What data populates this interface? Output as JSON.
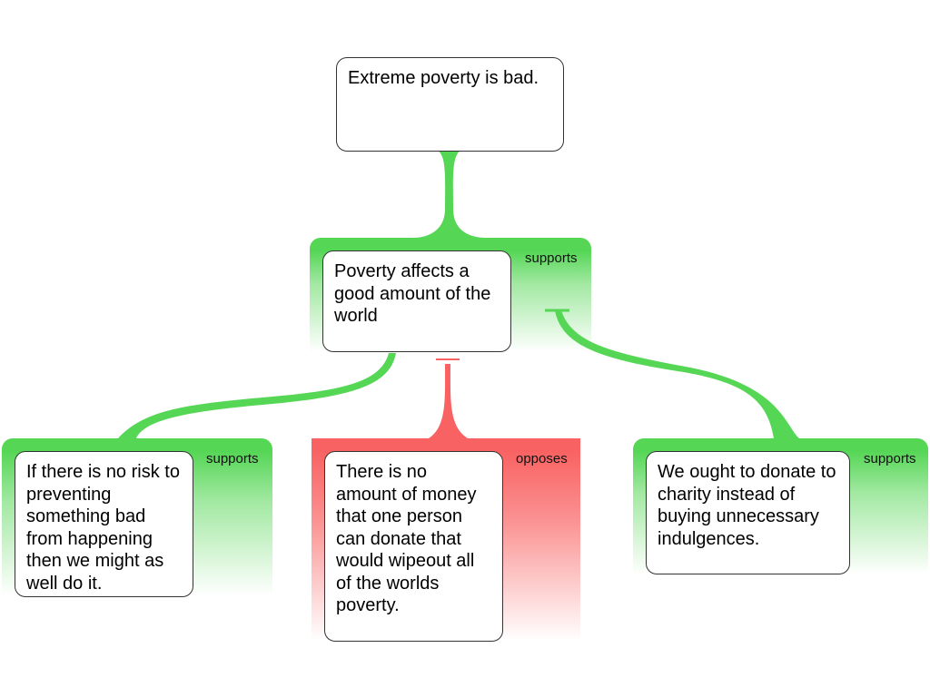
{
  "root": {
    "text": "Extreme poverty is bad."
  },
  "claims": [
    {
      "text": "Poverty affects a good amount of the world",
      "relation": "supports"
    },
    {
      "text": "If there is no risk to preventing something bad from happening then we might as well do it.",
      "relation": "supports"
    },
    {
      "text": "There is no amount of money that one person can donate that would wipeout all of the worlds poverty.",
      "relation": "opposes"
    },
    {
      "text": "We ought to donate to charity instead of buying unnecessary indulgences.",
      "relation": "supports"
    }
  ],
  "colors": {
    "supports": "#55d655",
    "opposes": "#f96262"
  }
}
